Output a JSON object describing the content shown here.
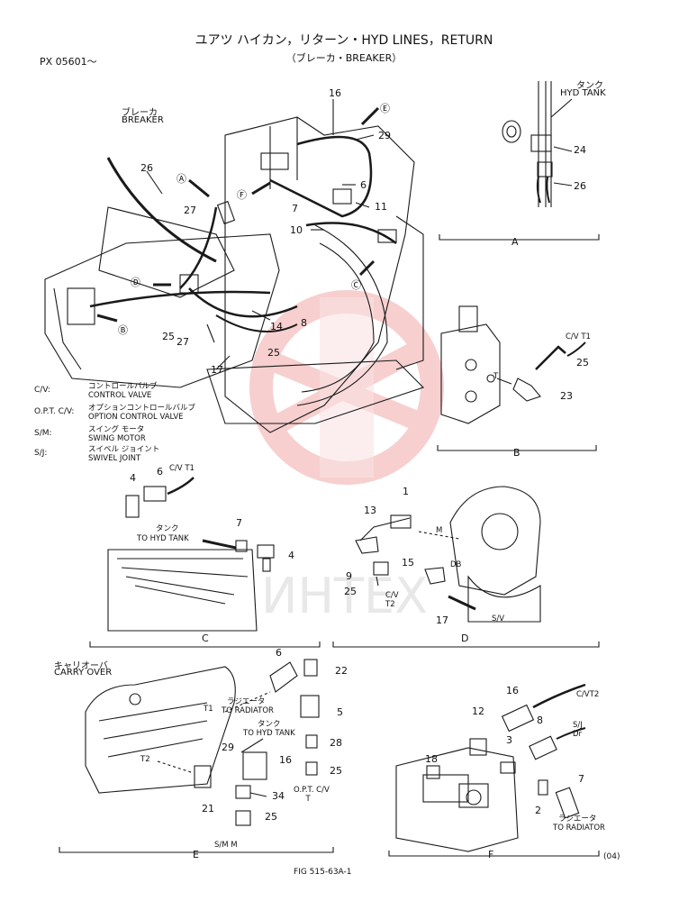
{
  "header": {
    "title": "ユアツ ハイカン，リターン・HYD LINES，RETURN",
    "subtitle": "（ブレーカ・BREAKER）",
    "serial": "PX 05601～"
  },
  "legend": [
    {
      "key": "C/V:",
      "jp": "コントロールバルブ",
      "en": "CONTROL VALVE"
    },
    {
      "key": "O.P.T. C/V:",
      "jp": "オプションコントロールバルブ",
      "en": "OPTION CONTROL VALVE"
    },
    {
      "key": "S/M:",
      "jp": "スイング モータ",
      "en": "SWING MOTOR"
    },
    {
      "key": "S/J:",
      "jp": "スイベル ジョイント",
      "en": "SWIVEL JOINT"
    }
  ],
  "labels": {
    "breaker_jp": "ブレーカ",
    "breaker_en": "BREAKER",
    "tank_jp": "タンク",
    "tank_en": "HYD TANK",
    "to_tank_jp": "タンク",
    "to_tank_en": "TO HYD TANK",
    "carry_jp": "キャリオーバ",
    "carry_en": "CARRY OVER",
    "rad_jp": "ラジエータ",
    "rad_en": "TO RADIATOR",
    "cv": "C/V",
    "t1": "T1",
    "t2": "T2",
    "m": "M",
    "db": "DB",
    "dr": "Dr",
    "t": "T",
    "sv": "S/V",
    "sj": "S/J",
    "sm": "S/M",
    "opt_cv": "O.P.T. C/V"
  },
  "views": [
    "A",
    "B",
    "C",
    "D",
    "E",
    "F"
  ],
  "part_numbers": {
    "main": [
      "16",
      "29",
      "26",
      "27",
      "6",
      "7",
      "11",
      "10",
      "14",
      "8",
      "25",
      "27",
      "17",
      "25"
    ],
    "a": [
      "24",
      "26"
    ],
    "b": [
      "25",
      "23"
    ],
    "c": [
      "4",
      "6",
      "7",
      "4"
    ],
    "d": [
      "1",
      "13",
      "15",
      "9",
      "25",
      "17"
    ],
    "e": [
      "6",
      "22",
      "5",
      "16",
      "29",
      "28",
      "25",
      "34",
      "21",
      "25"
    ],
    "f": [
      "16",
      "8",
      "12",
      "3",
      "18",
      "7",
      "2"
    ]
  },
  "footer": {
    "fig": "FIG  515-63A-1",
    "code": "(04)"
  },
  "colors": {
    "line": "#1a1a1a",
    "watermark": "#f2c6c6"
  }
}
